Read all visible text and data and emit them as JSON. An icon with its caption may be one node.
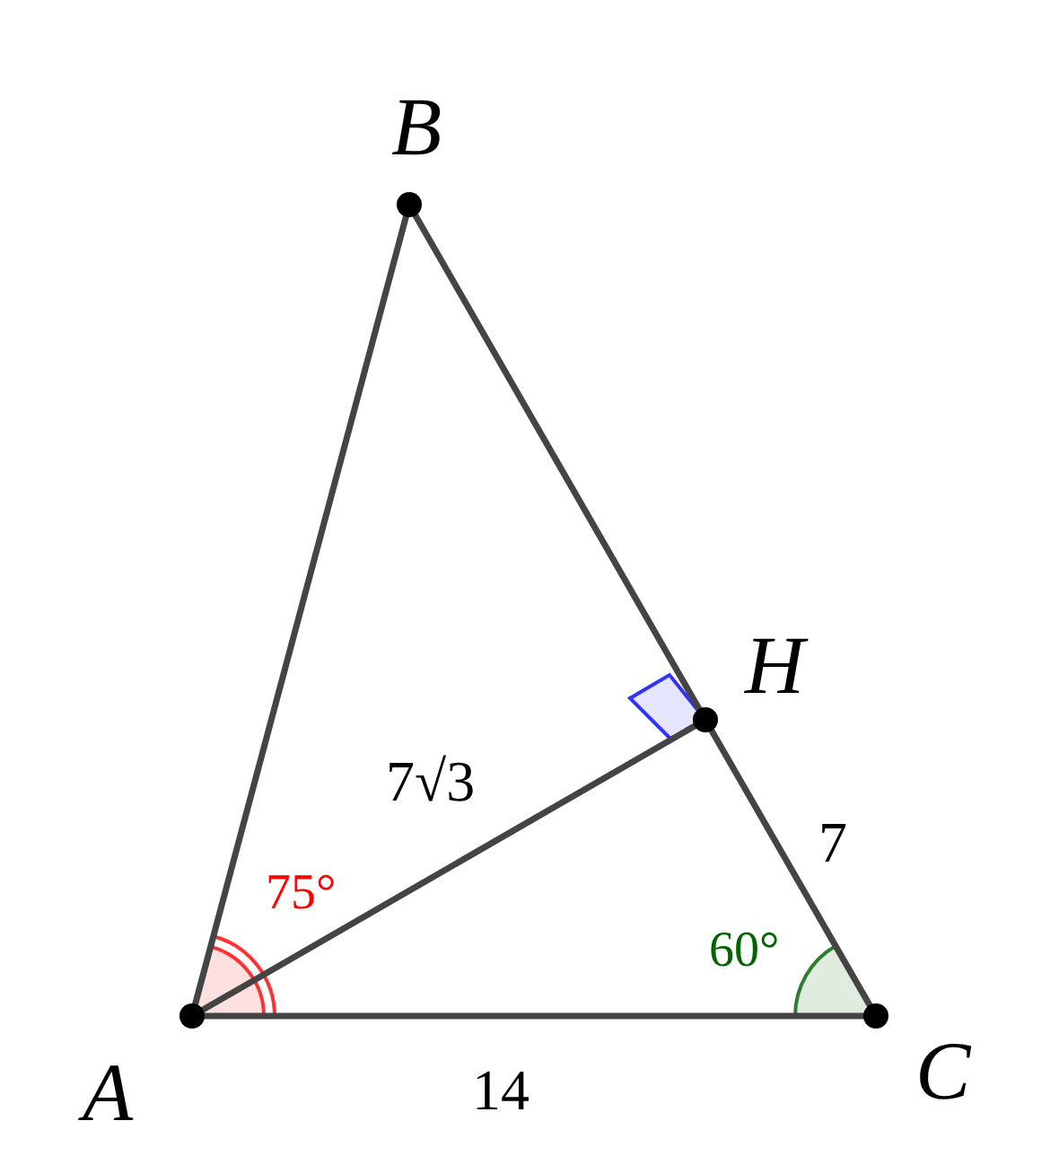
{
  "diagram": {
    "nodes": [
      {
        "text": [
          "B"
        ]
      },
      {
        "text": [
          "H"
        ]
      },
      {
        "text": [
          "A"
        ]
      },
      {
        "text": [
          "C"
        ]
      }
    ],
    "edges": [
      {
        "from": 2,
        "to": 0,
        "arrow": "none"
      },
      {
        "from": 0,
        "to": 1,
        "arrow": "none"
      },
      {
        "from": 1,
        "to": 3,
        "arrow": "none",
        "label": "7"
      },
      {
        "from": 2,
        "to": 1,
        "arrow": "none",
        "label": "7√3"
      },
      {
        "from": 2,
        "to": 3,
        "arrow": "none",
        "label": "14"
      }
    ],
    "labels": [
      "75°",
      "60°"
    ]
  }
}
